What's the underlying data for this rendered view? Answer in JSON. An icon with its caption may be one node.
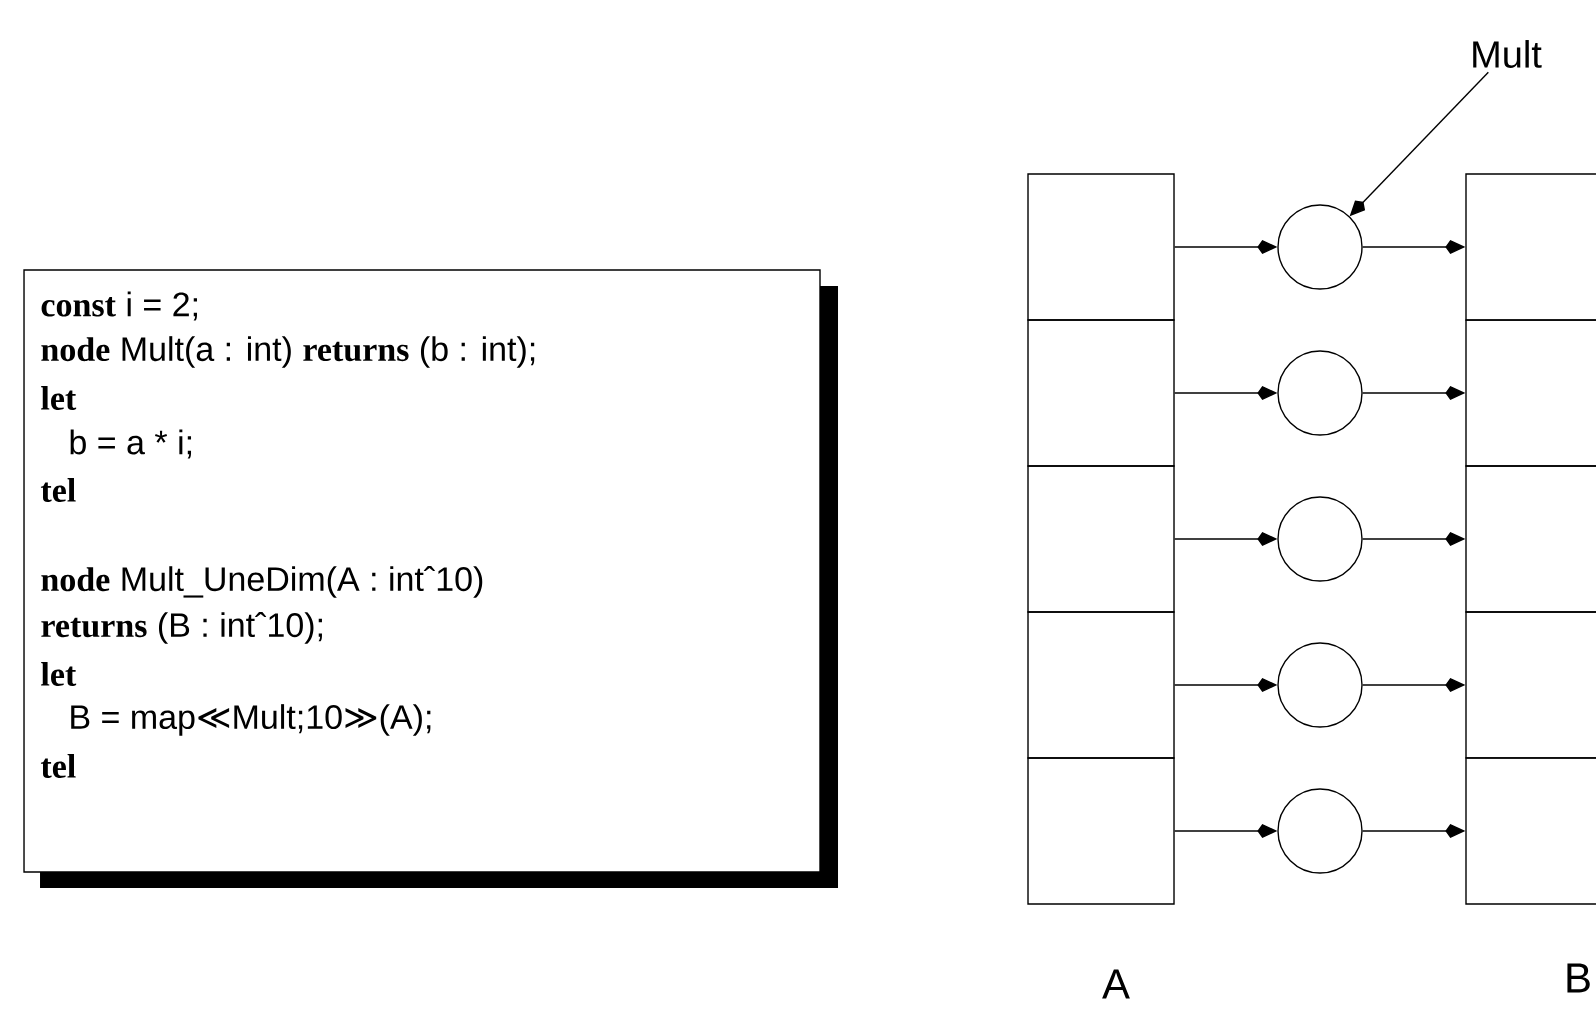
{
  "diagram": {
    "nodes": [
      {
        "text": [
          "**const** i = 2;",
          "**node** Mult(a : int) **returns** (b : int);",
          "let",
          "b = a * i;",
          "tel",
          "**node** Mult_UneDim(A : intˆ10)",
          "**returns** (B : intˆ10);",
          "let",
          "B = map≪Mult;10≫(A);",
          "tel"
        ]
      },
      {
        "text": [
          "Mult"
        ]
      },
      {
        "text": [],
        "shape": "box"
      },
      {
        "text": [],
        "shape": "box"
      },
      {
        "text": [],
        "shape": "box"
      },
      {
        "text": [],
        "shape": "box"
      },
      {
        "text": [],
        "shape": "box"
      },
      {
        "text": [],
        "shape": "circle"
      },
      {
        "text": [],
        "shape": "circle"
      },
      {
        "text": [],
        "shape": "circle"
      },
      {
        "text": [],
        "shape": "circle"
      },
      {
        "text": [],
        "shape": "circle"
      },
      {
        "text": [],
        "shape": "box"
      },
      {
        "text": [],
        "shape": "box"
      },
      {
        "text": [],
        "shape": "box"
      },
      {
        "text": [],
        "shape": "box"
      },
      {
        "text": [],
        "shape": "box"
      }
    ],
    "edges": [
      {
        "from": 1,
        "to": 7,
        "arrow": "to"
      },
      {
        "from": 2,
        "to": 7,
        "arrow": "to"
      },
      {
        "from": 3,
        "to": 8,
        "arrow": "to"
      },
      {
        "from": 4,
        "to": 9,
        "arrow": "to"
      },
      {
        "from": 5,
        "to": 10,
        "arrow": "to"
      },
      {
        "from": 6,
        "to": 11,
        "arrow": "to"
      },
      {
        "from": 7,
        "to": 12,
        "arrow": "to"
      },
      {
        "from": 8,
        "to": 13,
        "arrow": "to"
      },
      {
        "from": 9,
        "to": 14,
        "arrow": "to"
      },
      {
        "from": 10,
        "to": 15,
        "arrow": "to"
      },
      {
        "from": 11,
        "to": 16,
        "arrow": "to"
      }
    ],
    "labels": [
      "A",
      "B"
    ]
  }
}
